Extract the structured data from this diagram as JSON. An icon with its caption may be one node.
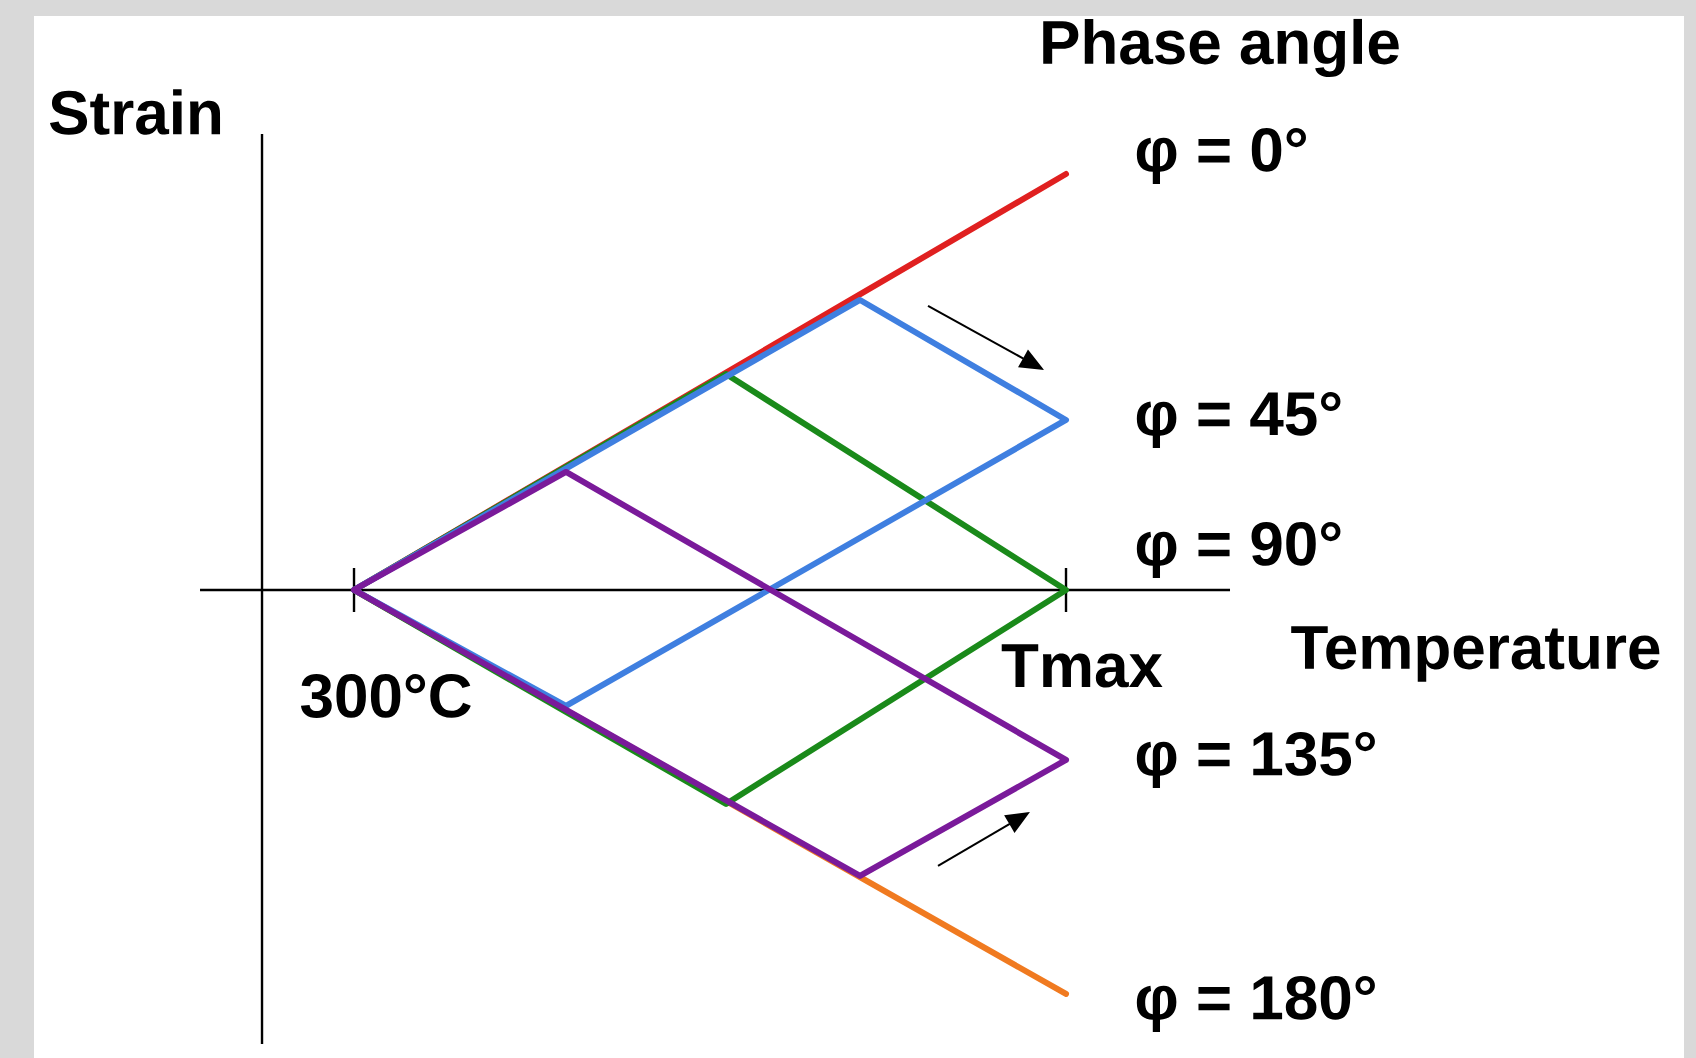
{
  "diagram": {
    "labels": [
      "Phase angle",
      "Strain",
      "φ = 0°",
      "φ = 45°",
      "φ = 90°",
      "300°C",
      "Tmax",
      "Temperature",
      "φ = 135°",
      "φ = 180°"
    ]
  }
}
